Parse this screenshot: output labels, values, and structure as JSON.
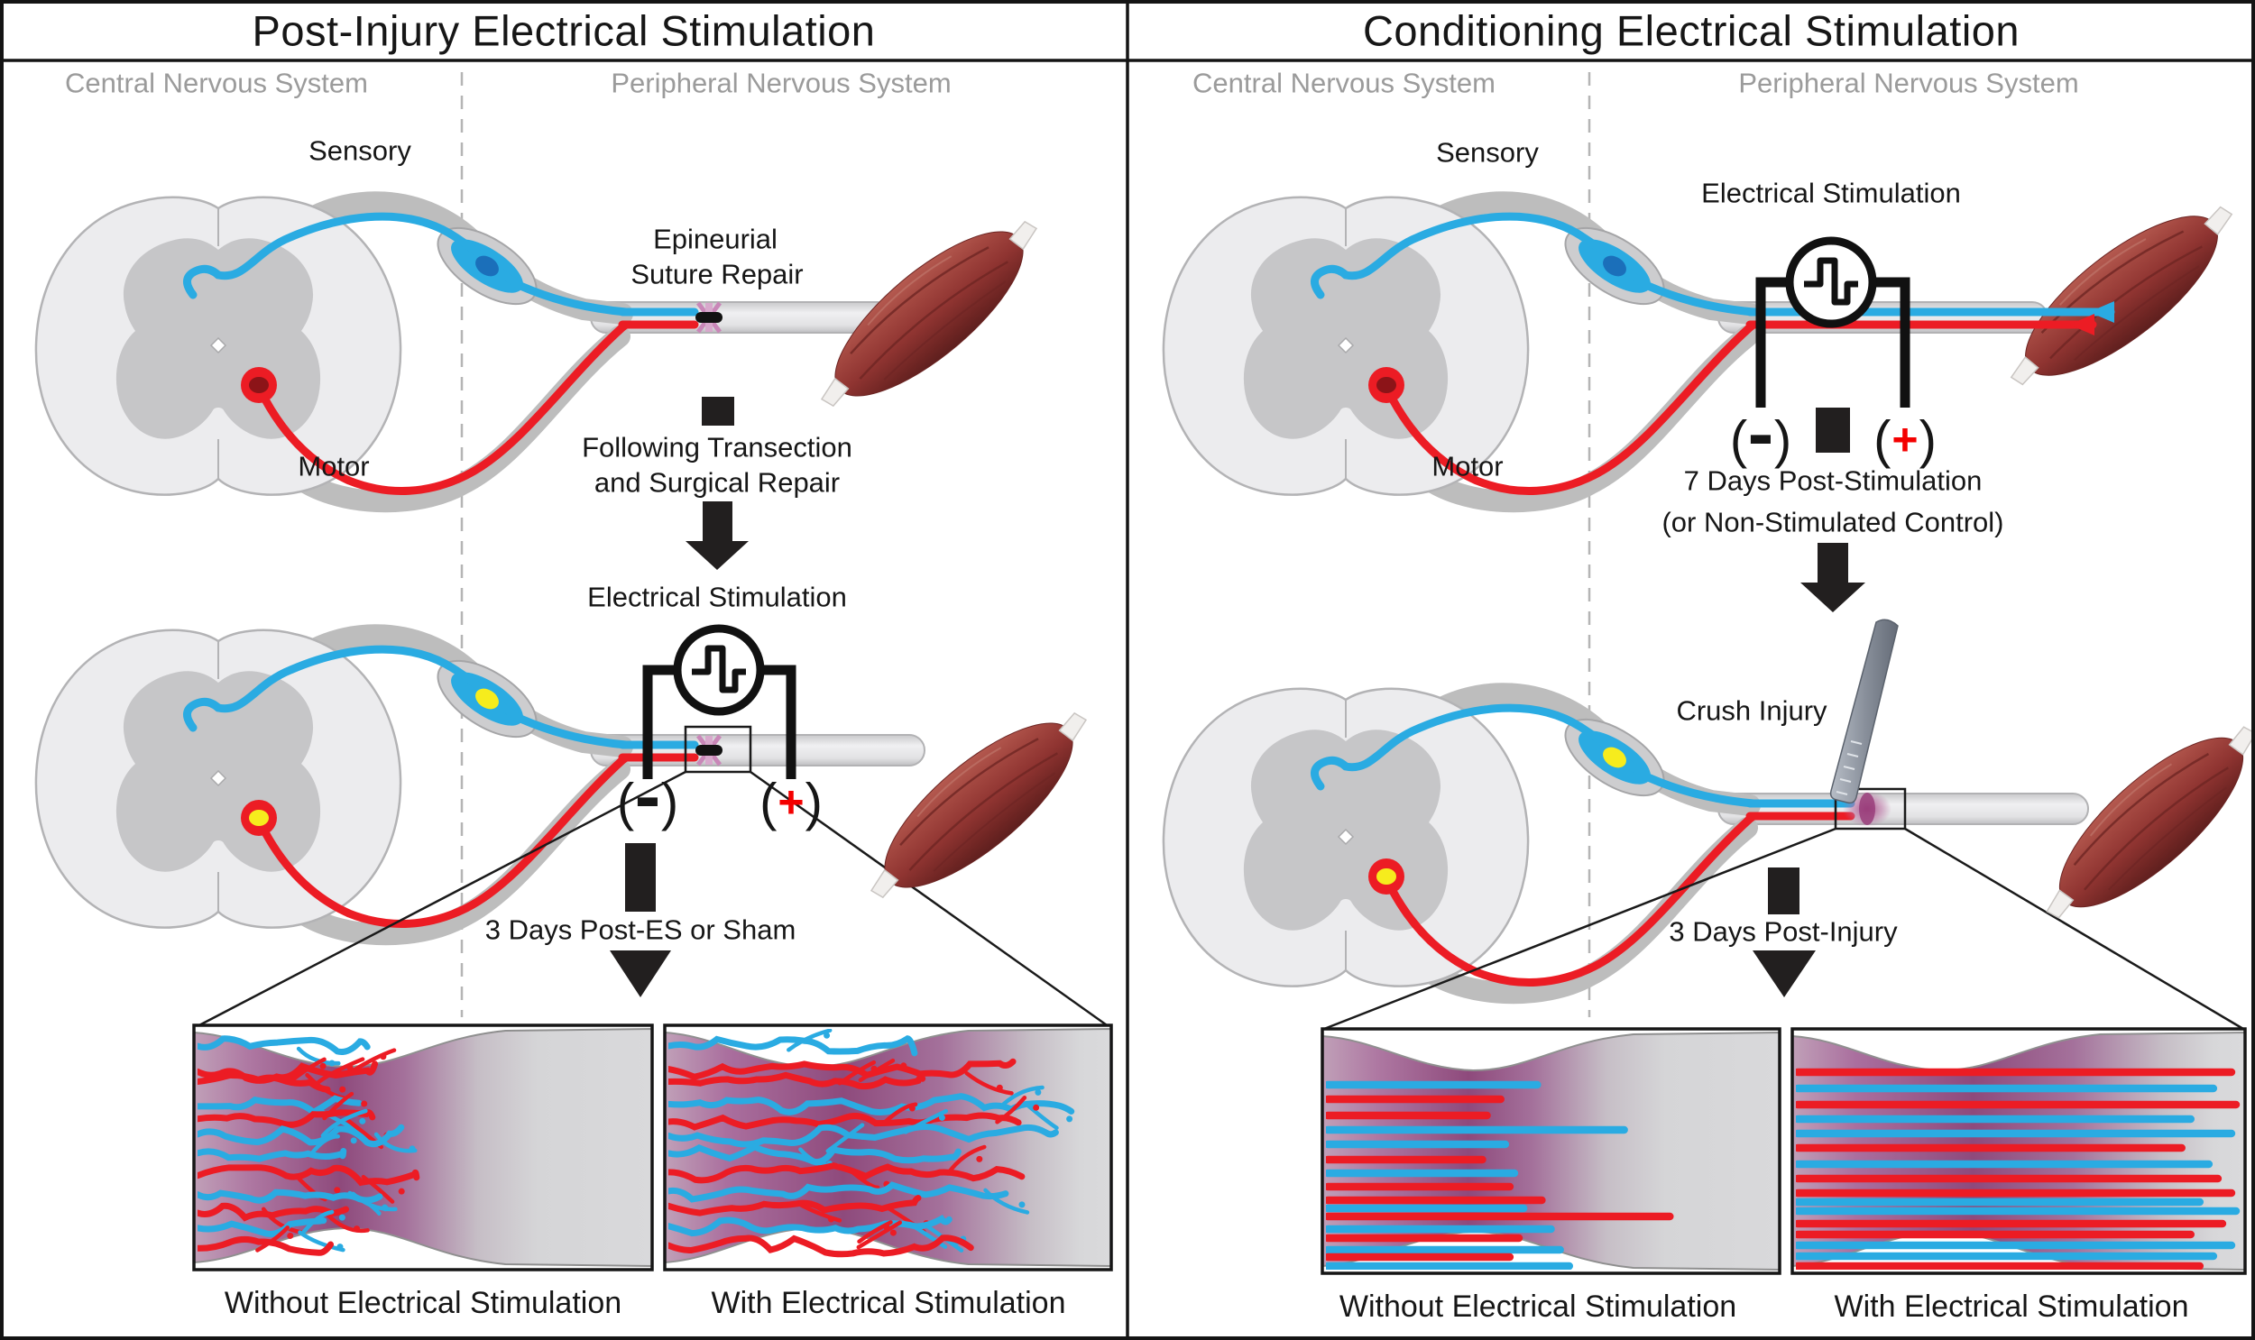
{
  "left_panel": {
    "title": "Post-Injury Electrical Stimulation",
    "cns_label": "Central Nervous System",
    "pns_label": "Peripheral Nervous System",
    "sensory_label": "Sensory",
    "motor_label": "Motor",
    "repair_label_line1": "Epineurial",
    "repair_label_line2": "Suture Repair",
    "step1_line1": "Following Transection",
    "step1_line2": "and Surgical Repair",
    "es_label": "Electrical Stimulation",
    "electrode_negative": {
      "open": "(",
      "sign": "−",
      "close": ")"
    },
    "electrode_positive": {
      "open": "(",
      "sign": "+",
      "close": ")"
    },
    "step2_label": "3 Days Post-ES or Sham",
    "outcome_left_label": "Without Electrical Stimulation",
    "outcome_right_label": "With Electrical Stimulation"
  },
  "right_panel": {
    "title": "Conditioning Electrical Stimulation",
    "cns_label": "Central Nervous System",
    "pns_label": "Peripheral Nervous System",
    "sensory_label": "Sensory",
    "motor_label": "Motor",
    "es_label": "Electrical Stimulation",
    "electrode_negative": {
      "open": "(",
      "sign": "−",
      "close": ")"
    },
    "electrode_positive": {
      "open": "(",
      "sign": "+",
      "close": ")"
    },
    "step1_line1": "7 Days Post-Stimulation",
    "step1_line2": "(or Non-Stimulated Control)",
    "crush_label": "Crush Injury",
    "step2_label": "3 Days Post-Injury",
    "outcome_left_label": "Without Electrical Stimulation",
    "outcome_right_label": "With Electrical Stimulation"
  },
  "colors": {
    "sensory_axon": "#2aabe2",
    "motor_axon": "#ec1c24",
    "sensory_nucleus": "#1b6fba",
    "motor_nucleus": "#8c1418",
    "activated_nucleus": "#f6ec1d",
    "muscle": "#8f3431",
    "nerve_sheath": "#dfdfe1",
    "injury_site": "#9c4f82",
    "region_label_gray": "#9b9b9b",
    "positive_electrode": "#f40000"
  },
  "icons": {
    "pulse_generator": "biphasic-pulse-in-circle",
    "process_arrow": "thick-down-arrow",
    "crush_tool": "forceps-rod",
    "suture": "black-suture-oval",
    "magnified_view": "zoom-inset-lines"
  }
}
